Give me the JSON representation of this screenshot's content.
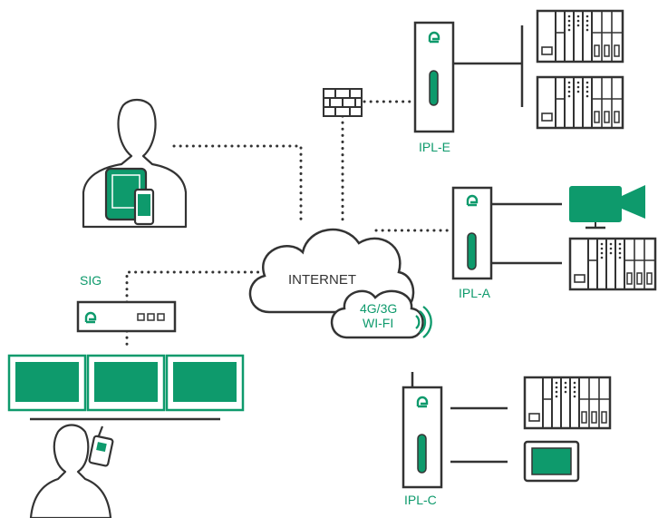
{
  "labels": {
    "internet": "INTERNET",
    "wireless_line1": "4G/3G",
    "wireless_line2": "WI-FI",
    "sig": "SIG",
    "ipl_e": "IPL-E",
    "ipl_a": "IPL-A",
    "ipl_c": "IPL-C"
  },
  "colors": {
    "accent": "#0e9a6c",
    "line": "#333333",
    "background": "#ffffff"
  },
  "icons": [
    "person-icon",
    "tablet-icon",
    "phone-icon",
    "firewall-icon",
    "cloud-icon",
    "wifi-signal-icon",
    "router-icon",
    "camera-icon",
    "plc-rack-icon",
    "hmi-panel-icon",
    "walkie-talkie-icon",
    "monitor-icon"
  ]
}
